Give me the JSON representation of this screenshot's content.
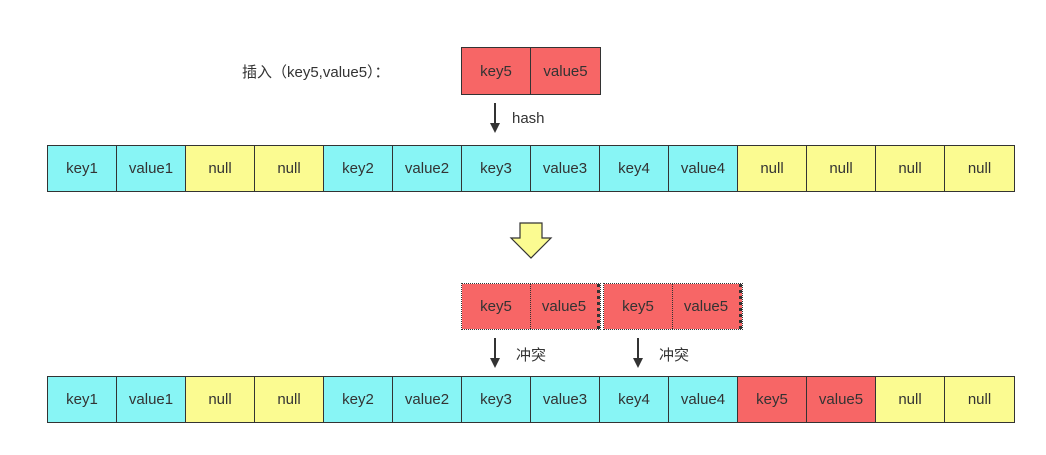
{
  "colors": {
    "cyan": "#88f5f5",
    "yellow": "#fbfb91",
    "red": "#f76666",
    "border": "#333333"
  },
  "insert_label": "插入（key5,value5）：",
  "hash_label": "hash",
  "conflict_label": "冲突",
  "new_entry": [
    "key5",
    "value5"
  ],
  "array_before": [
    {
      "text": "key1",
      "color": "cyan"
    },
    {
      "text": "value1",
      "color": "cyan"
    },
    {
      "text": "null",
      "color": "yellow"
    },
    {
      "text": "null",
      "color": "yellow"
    },
    {
      "text": "key2",
      "color": "cyan"
    },
    {
      "text": "value2",
      "color": "cyan"
    },
    {
      "text": "key3",
      "color": "cyan"
    },
    {
      "text": "value3",
      "color": "cyan"
    },
    {
      "text": "key4",
      "color": "cyan"
    },
    {
      "text": "value4",
      "color": "cyan"
    },
    {
      "text": "null",
      "color": "yellow"
    },
    {
      "text": "null",
      "color": "yellow"
    },
    {
      "text": "null",
      "color": "yellow"
    },
    {
      "text": "null",
      "color": "yellow"
    }
  ],
  "probe_entries": [
    [
      "key5",
      "value5"
    ],
    [
      "key5",
      "value5"
    ]
  ],
  "array_after": [
    {
      "text": "key1",
      "color": "cyan"
    },
    {
      "text": "value1",
      "color": "cyan"
    },
    {
      "text": "null",
      "color": "yellow"
    },
    {
      "text": "null",
      "color": "yellow"
    },
    {
      "text": "key2",
      "color": "cyan"
    },
    {
      "text": "value2",
      "color": "cyan"
    },
    {
      "text": "key3",
      "color": "cyan"
    },
    {
      "text": "value3",
      "color": "cyan"
    },
    {
      "text": "key4",
      "color": "cyan"
    },
    {
      "text": "value4",
      "color": "cyan"
    },
    {
      "text": "key5",
      "color": "red"
    },
    {
      "text": "value5",
      "color": "red"
    },
    {
      "text": "null",
      "color": "yellow"
    },
    {
      "text": "null",
      "color": "yellow"
    }
  ]
}
